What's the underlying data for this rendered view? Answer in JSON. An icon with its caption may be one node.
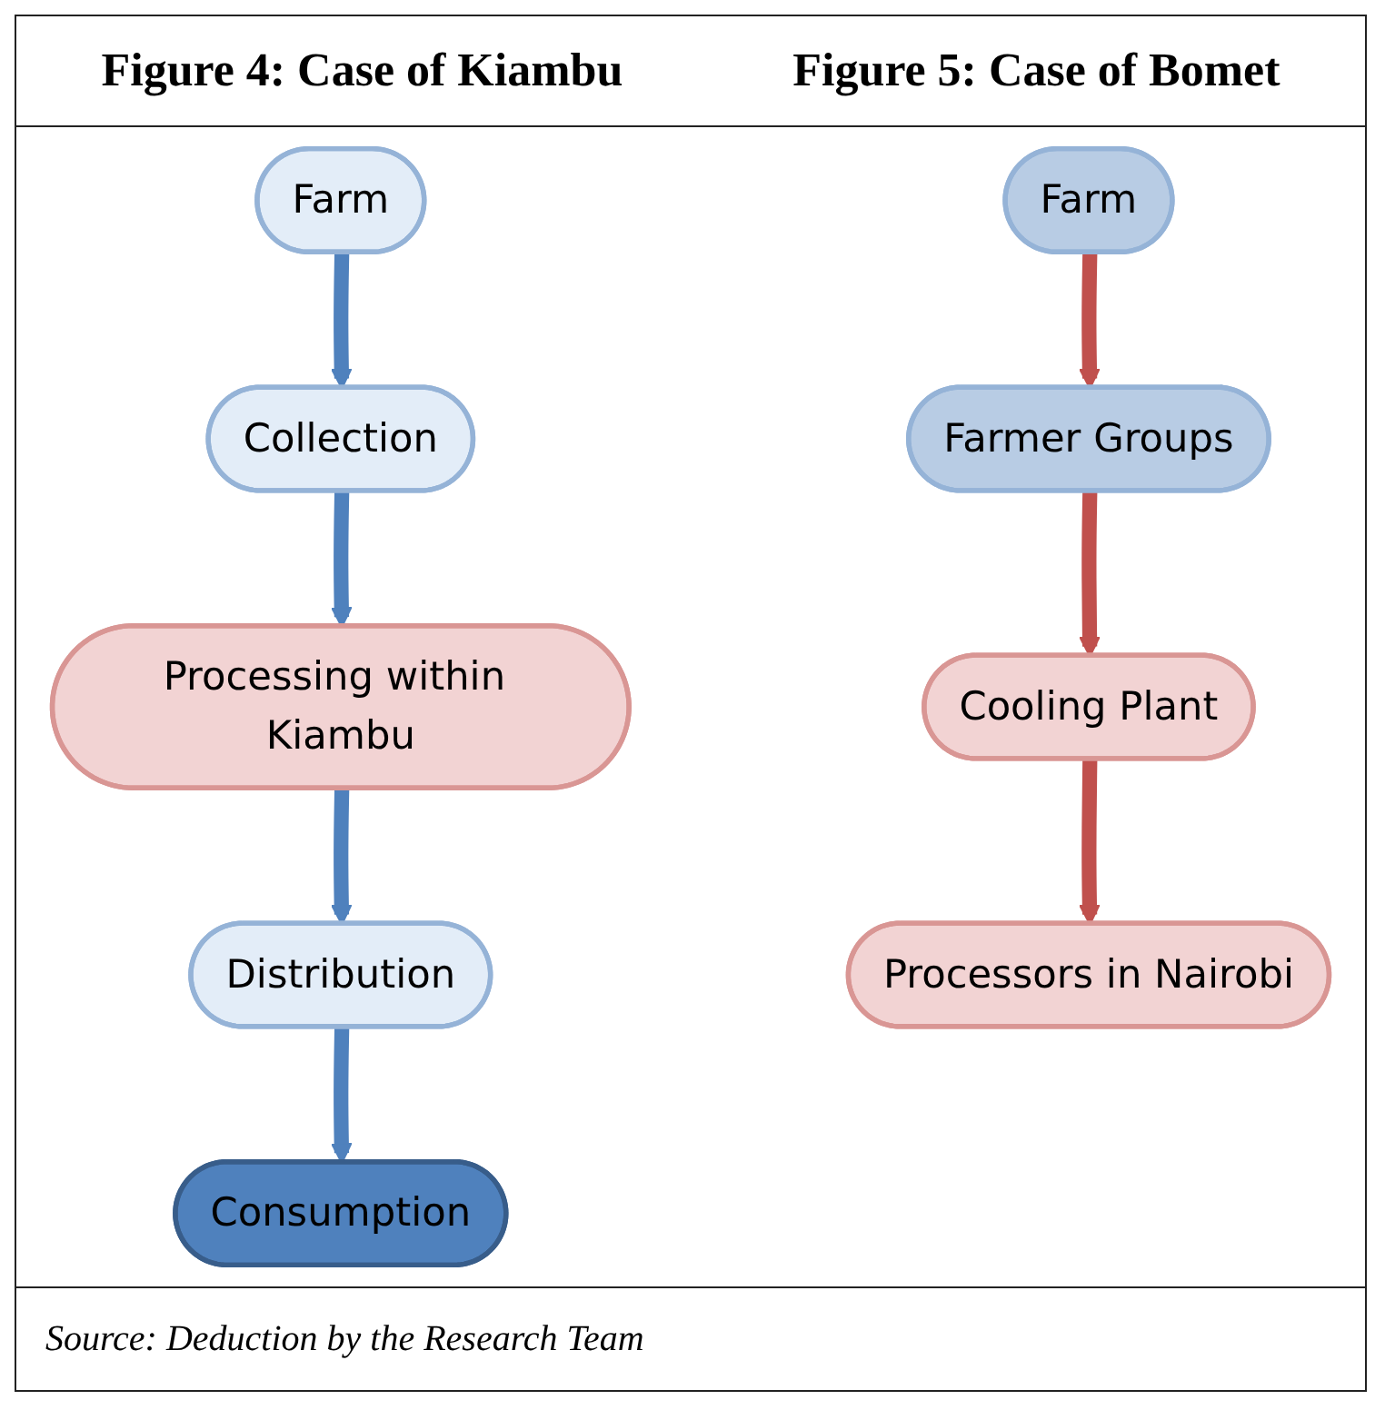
{
  "diagram": {
    "caption": "Source: Deduction by the Research Team",
    "labels": [
      "Figure 4: Case of Kiambu",
      "Figure 5: Case of Bomet"
    ],
    "nodes": [
      {
        "text": [
          "Farm"
        ]
      },
      {
        "text": [
          "Collection"
        ]
      },
      {
        "text": [
          "Processing within Kiambu"
        ]
      },
      {
        "text": [
          "Distribution"
        ]
      },
      {
        "text": [
          "Consumption"
        ]
      },
      {
        "text": [
          "Farm"
        ]
      },
      {
        "text": [
          "Farmer Groups"
        ]
      },
      {
        "text": [
          "Cooling Plant"
        ]
      },
      {
        "text": [
          "Processors in Nairobi"
        ]
      }
    ],
    "edges": [
      {
        "from": 0,
        "to": 1,
        "arrow": "to",
        "color": "#4f81bd"
      },
      {
        "from": 1,
        "to": 2,
        "arrow": "to",
        "color": "#4f81bd"
      },
      {
        "from": 2,
        "to": 3,
        "arrow": "to",
        "color": "#4f81bd"
      },
      {
        "from": 3,
        "to": 4,
        "arrow": "to",
        "color": "#4f81bd"
      },
      {
        "from": 5,
        "to": 6,
        "arrow": "to",
        "color": "#c0504d"
      },
      {
        "from": 6,
        "to": 7,
        "arrow": "to",
        "color": "#c0504d"
      },
      {
        "from": 7,
        "to": 8,
        "arrow": "to",
        "color": "#c0504d"
      }
    ]
  }
}
